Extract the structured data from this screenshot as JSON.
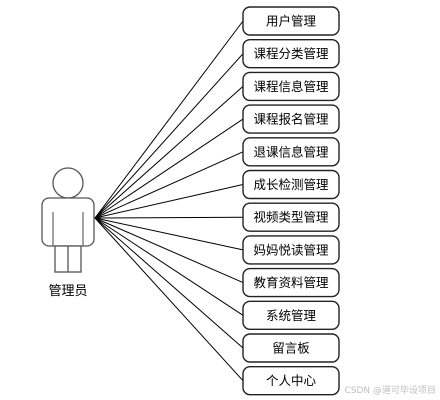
{
  "actor": {
    "label": "管理员"
  },
  "use_cases": [
    {
      "label": "用户管理"
    },
    {
      "label": "课程分类管理"
    },
    {
      "label": "课程信息管理"
    },
    {
      "label": "课程报名管理"
    },
    {
      "label": "退课信息管理"
    },
    {
      "label": "成长检测管理"
    },
    {
      "label": "视频类型管理"
    },
    {
      "label": "妈妈悦读管理"
    },
    {
      "label": "教育资料管理"
    },
    {
      "label": "系统管理"
    },
    {
      "label": "留言板"
    },
    {
      "label": "个人中心"
    }
  ],
  "watermark": "CSDN @道可毕设项目"
}
